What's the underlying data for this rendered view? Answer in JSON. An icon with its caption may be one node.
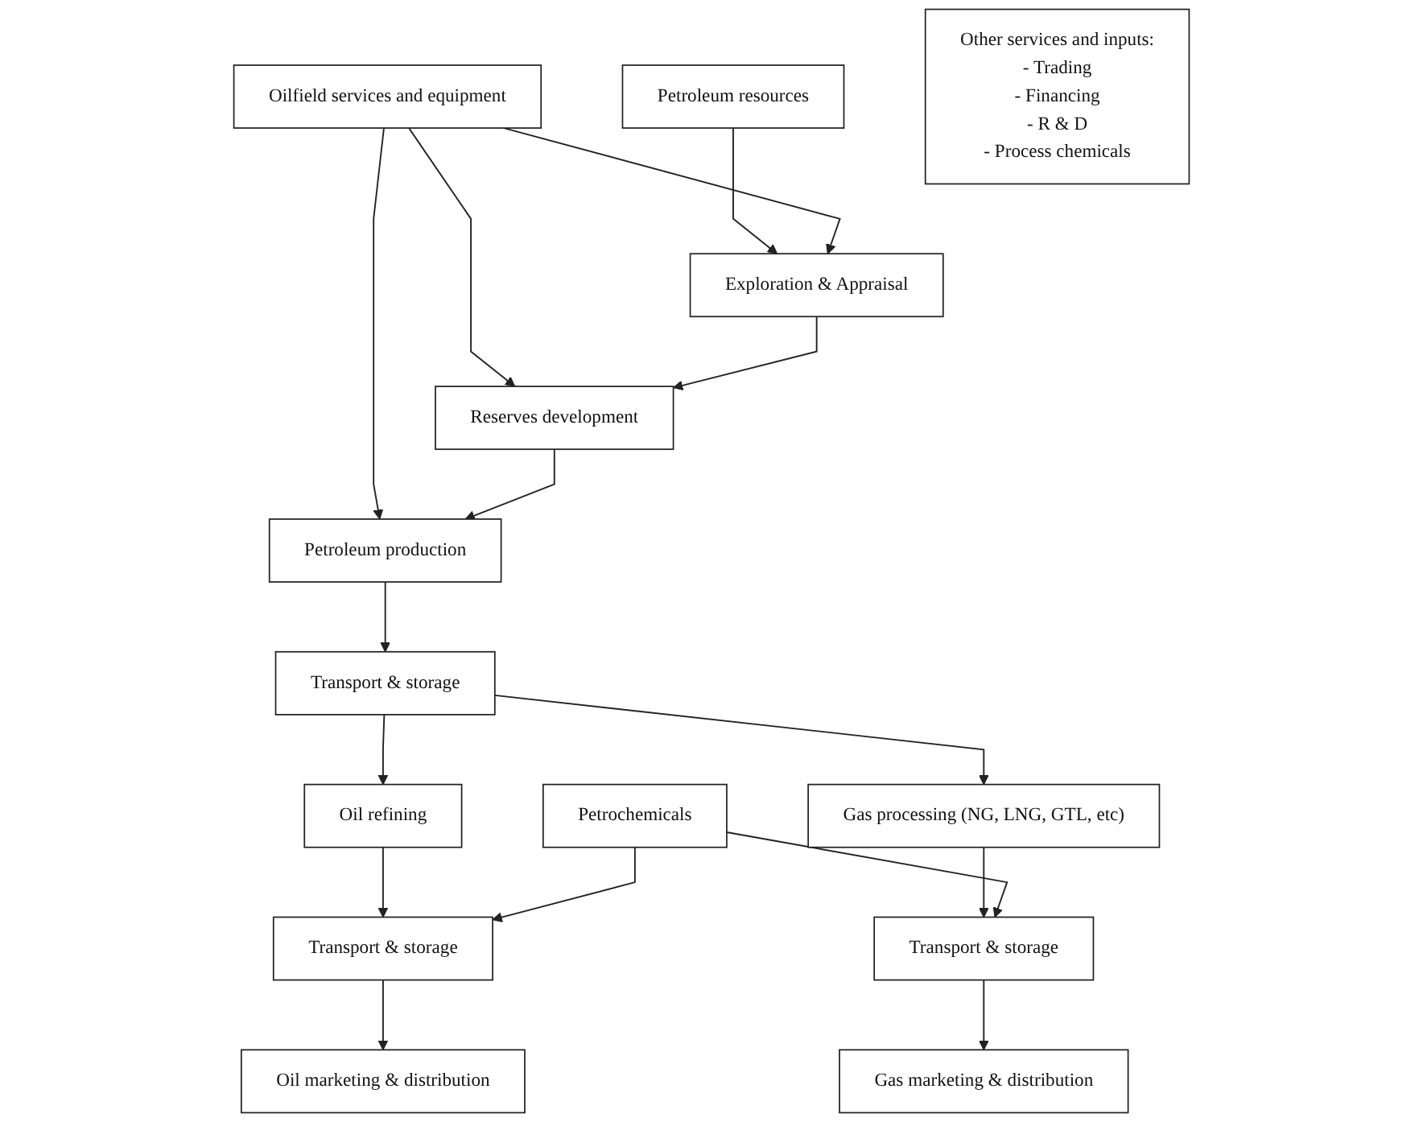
{
  "diagram": {
    "nodes": [
      {
        "text": [
          "Petroleum resources"
        ]
      },
      {
        "text": [
          "Oilfield services and equipment"
        ]
      },
      {
        "text": [
          "Exploration & Appraisal"
        ]
      },
      {
        "text": [
          "Other services and inputs:",
          "- Trading",
          "- Financing",
          "- R & D",
          "- Process chemicals"
        ]
      },
      {
        "text": [
          "Reserves development"
        ]
      },
      {
        "text": [
          "Petroleum production"
        ]
      },
      {
        "text": [
          "Transport & storage"
        ]
      },
      {
        "text": [
          "Oil refining"
        ]
      },
      {
        "text": [
          "Gas processing (NG, LNG, GTL, etc)"
        ]
      },
      {
        "text": [
          "Petrochemicals"
        ]
      },
      {
        "text": [
          "Transport & storage"
        ]
      },
      {
        "text": [
          "Transport & storage"
        ]
      },
      {
        "text": [
          "Oil marketing & distribution"
        ]
      },
      {
        "text": [
          "Gas marketing & distribution"
        ]
      }
    ],
    "edges": [
      {
        "from": 0,
        "to": 2,
        "arrow": "to"
      },
      {
        "from": 1,
        "to": 2,
        "arrow": "to"
      },
      {
        "from": 1,
        "to": 4,
        "arrow": "to"
      },
      {
        "from": 1,
        "to": 5,
        "arrow": "to"
      },
      {
        "from": 2,
        "to": 4,
        "arrow": "to"
      },
      {
        "from": 4,
        "to": 5,
        "arrow": "to"
      },
      {
        "from": 5,
        "to": 6,
        "arrow": "to"
      },
      {
        "from": 6,
        "to": 7,
        "arrow": "to"
      },
      {
        "from": 6,
        "to": 8,
        "arrow": "to"
      },
      {
        "from": 7,
        "to": 10,
        "arrow": "to"
      },
      {
        "from": 8,
        "to": 11,
        "arrow": "to"
      },
      {
        "from": 9,
        "to": 10,
        "arrow": "to"
      },
      {
        "from": 9,
        "to": 11,
        "arrow": "to"
      },
      {
        "from": 10,
        "to": 12,
        "arrow": "to"
      },
      {
        "from": 11,
        "to": 13,
        "arrow": "to"
      }
    ]
  }
}
